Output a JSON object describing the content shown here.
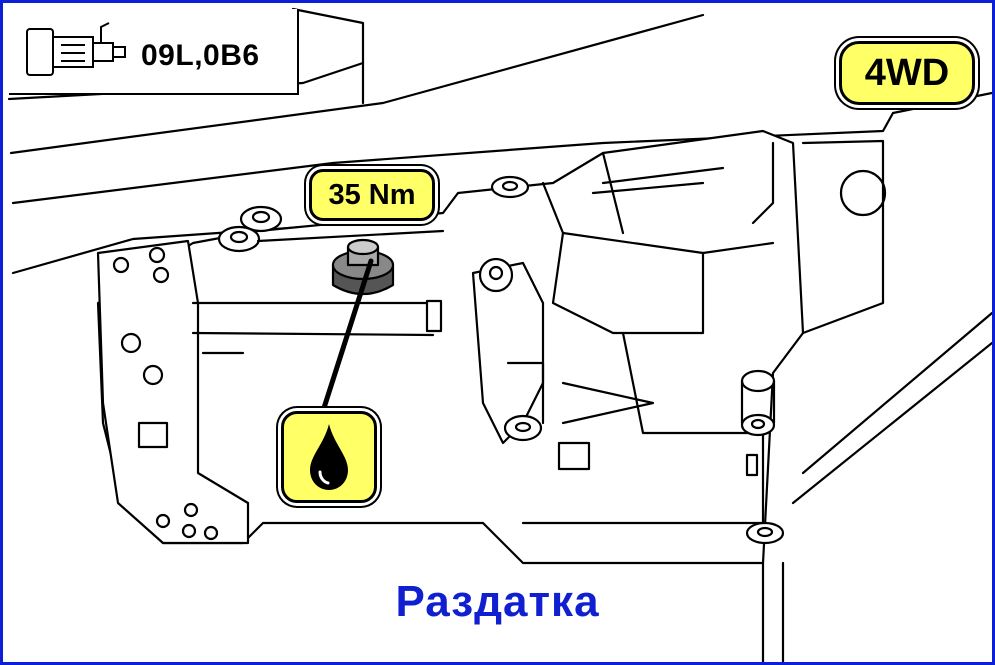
{
  "header": {
    "transmission_code": "09L,0B6"
  },
  "badges": {
    "drive": "4WD",
    "torque": "35 Nm"
  },
  "caption": "Раздатка",
  "icons": [
    "gearbox-icon",
    "oil-drop-icon"
  ],
  "colors": {
    "border": "#0b1fd8",
    "badge_fill": "#ffff66",
    "caption": "#1020d0",
    "line": "#000000"
  }
}
